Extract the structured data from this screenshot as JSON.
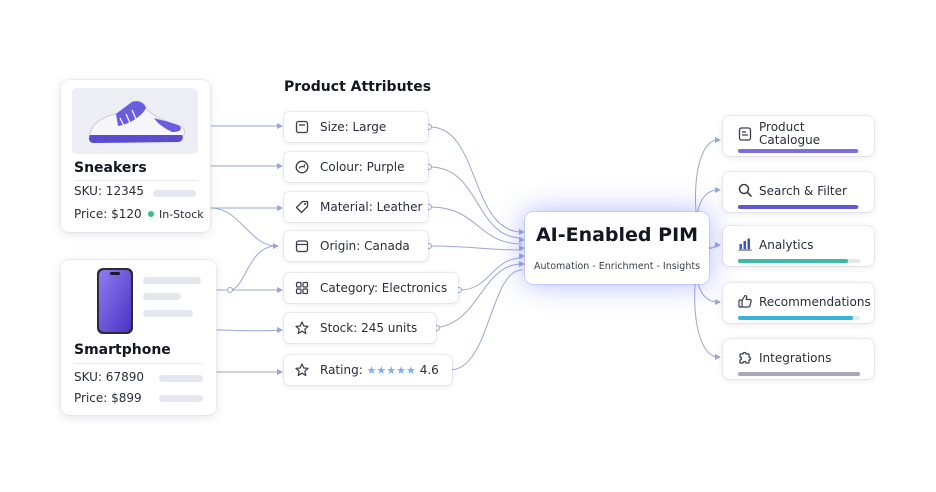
{
  "header": {
    "attributes_title": "Product Attributes"
  },
  "products": [
    {
      "name": "Sneakers",
      "sku": "SKU: 12345",
      "price": "Price: $120",
      "stock": "In-Stock"
    },
    {
      "name": "Smartphone",
      "sku": "SKU: 67890",
      "price": "Price: $899"
    }
  ],
  "attributes": [
    {
      "label": "Size: Large",
      "icon": "size-icon"
    },
    {
      "label": "Colour: Purple",
      "icon": "palette-icon"
    },
    {
      "label": "Material: Leather",
      "icon": "tag-icon"
    },
    {
      "label": "Origin: Canada",
      "icon": "calendar-icon"
    },
    {
      "label": "Category: Electronics",
      "icon": "grid-icon"
    },
    {
      "label": "Stock: 245 units",
      "icon": "star-outline-icon"
    },
    {
      "label": "Rating:",
      "icon": "star-outline-icon",
      "stars": "★★★★★",
      "rating_value": "4.6"
    }
  ],
  "pim": {
    "title": "AI-Enabled PIM",
    "subtitle": "Automation - Enrichment - Insights"
  },
  "outputs": [
    {
      "label": "Product Catalogue",
      "icon": "catalogue-icon",
      "color": "#7b6fe0",
      "fill": 0.98
    },
    {
      "label": "Search & Filter",
      "icon": "search-icon",
      "color": "#6157d6",
      "fill": 0.98
    },
    {
      "label": "Analytics",
      "icon": "bar-chart-icon",
      "color": "#3fb8a8",
      "fill": 0.9
    },
    {
      "label": "Recommendations",
      "icon": "thumbs-up-icon",
      "color": "#35b6d6",
      "fill": 0.94
    },
    {
      "label": "Integrations",
      "icon": "puzzle-icon",
      "color": "#a8a6ba",
      "fill": 1.0
    }
  ],
  "colors": {
    "accent": "#6a5ce0",
    "connector": "#9aa7d2"
  }
}
